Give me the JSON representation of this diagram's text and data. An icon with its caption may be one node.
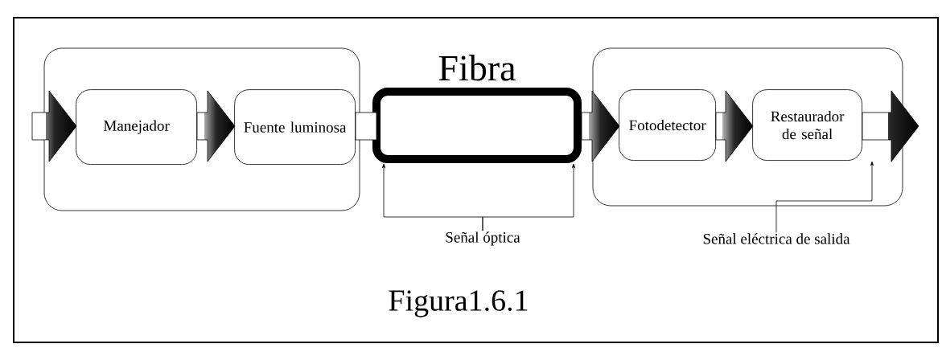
{
  "diagram": {
    "caption": "Figura1.6.1",
    "nodes": [
      {
        "text": [],
        "shape": "box"
      },
      {
        "text": [
          "Manejador"
        ],
        "in": 0
      },
      {
        "text": [
          "Fuente luminosa"
        ],
        "in": 0
      },
      {
        "text": [
          "Fibra"
        ]
      },
      {
        "text": [],
        "shape": "box"
      },
      {
        "text": [
          "Fotodetector"
        ],
        "in": 4
      },
      {
        "text": [
          "Restaurador de señal"
        ],
        "in": 4
      },
      {
        "text": [
          "Señal óptica"
        ]
      },
      {
        "text": [
          "Señal eléctrica de salida"
        ]
      }
    ],
    "edges": [
      {
        "from": null,
        "to": 1,
        "arrow": "to",
        "style": "thick"
      },
      {
        "from": 1,
        "to": 2,
        "arrow": "to",
        "style": "thick"
      },
      {
        "from": 2,
        "to": 3,
        "arrow": "none",
        "style": "thick"
      },
      {
        "from": 3,
        "to": 5,
        "arrow": "to",
        "style": "thick"
      },
      {
        "from": 5,
        "to": 6,
        "arrow": "to",
        "style": "thick"
      },
      {
        "from": 6,
        "to": null,
        "arrow": "to",
        "style": "thick"
      },
      {
        "from": 7,
        "to": 3,
        "arrow": "to"
      },
      {
        "from": 7,
        "to": 3,
        "arrow": "to"
      },
      {
        "from": 8,
        "to": null,
        "arrow": "to"
      }
    ]
  }
}
